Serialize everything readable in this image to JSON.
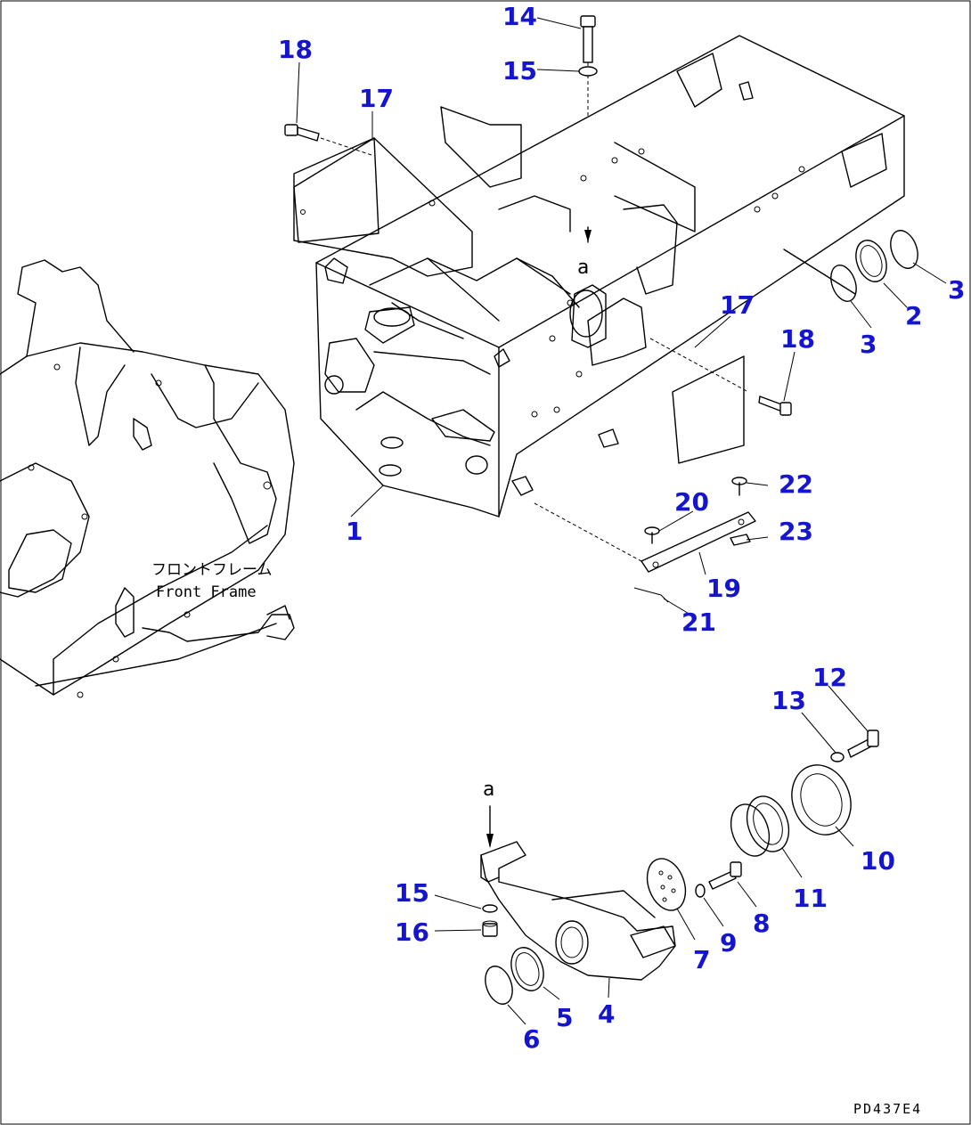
{
  "callouts": {
    "c1": "1",
    "c2": "2",
    "c3a": "3",
    "c3b": "3",
    "c4": "4",
    "c5": "5",
    "c6": "6",
    "c7": "7",
    "c8": "8",
    "c9": "9",
    "c10": "10",
    "c11": "11",
    "c12": "12",
    "c13": "13",
    "c14": "14",
    "c15a": "15",
    "c15b": "15",
    "c16": "16",
    "c17a": "17",
    "c17b": "17",
    "c18a": "18",
    "c18b": "18",
    "c19": "19",
    "c20": "20",
    "c21": "21",
    "c22": "22",
    "c23": "23"
  },
  "view_markers": {
    "upper": "a",
    "lower": "a"
  },
  "labels": {
    "front_frame_jp": "フロントフレーム",
    "front_frame_en": "Front Frame"
  },
  "drawing_code": "PD437E4",
  "colors": {
    "callout": "#1515d0",
    "line": "#000000",
    "background": "#ffffff"
  }
}
